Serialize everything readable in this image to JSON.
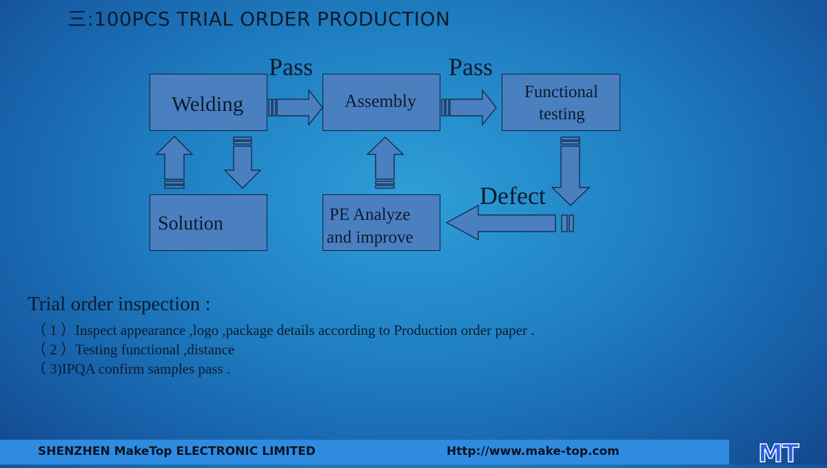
{
  "slide": {
    "title": "三:100PCS TRIAL ORDER PRODUCTION"
  },
  "flow": {
    "boxes": {
      "welding": "Welding",
      "assembly": "Assembly",
      "functional_line1": "Functional",
      "functional_line2": "testing",
      "solution": "Solution",
      "pe_line1": "PE Analyze",
      "pe_line2": "and improve"
    },
    "labels": {
      "pass_1": "Pass",
      "pass_2": "Pass",
      "defect": "Defect"
    }
  },
  "inspection": {
    "title": "Trial order inspection :",
    "items": [
      "（ 1 ）Inspect appearance ,logo ,package details according to Production order paper .",
      "（ 2 ）Testing functional ,distance",
      "（ 3)IPQA confirm samples pass ."
    ]
  },
  "footer": {
    "company": "SHENZHEN MakeTop ELECTRONIC LIMITED",
    "url": "Http://www.make-top.com",
    "logo_text": "MT"
  },
  "colors": {
    "box_fill": "#4a7fc0",
    "text_dark": "#0d1b2e",
    "footer_bar": "#2f8be0",
    "logo_blue": "#2a5fe8"
  }
}
